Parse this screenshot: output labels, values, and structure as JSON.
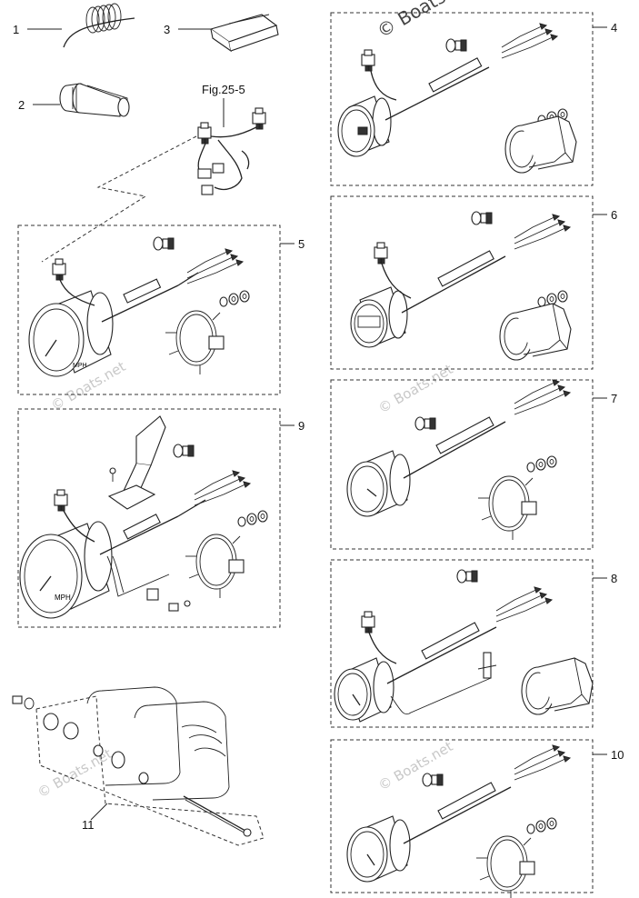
{
  "watermark": {
    "text": "© Boats.net",
    "top_text": "© Boats.n"
  },
  "figure_ref": "Fig.25-5",
  "callouts": [
    {
      "id": "1",
      "label": "1"
    },
    {
      "id": "2",
      "label": "2"
    },
    {
      "id": "3",
      "label": "3"
    },
    {
      "id": "4",
      "label": "4"
    },
    {
      "id": "5",
      "label": "5"
    },
    {
      "id": "6",
      "label": "6"
    },
    {
      "id": "7",
      "label": "7"
    },
    {
      "id": "8",
      "label": "8"
    },
    {
      "id": "9",
      "label": "9"
    },
    {
      "id": "10",
      "label": "10"
    },
    {
      "id": "11",
      "label": "11"
    }
  ],
  "gauge_text": {
    "mph": "MPH"
  }
}
